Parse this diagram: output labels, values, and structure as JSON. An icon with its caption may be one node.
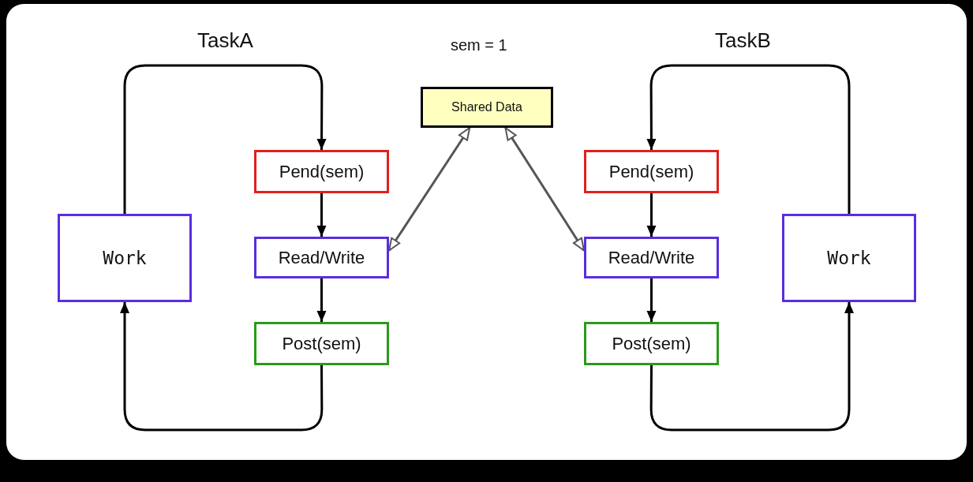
{
  "diagram": {
    "nodes": [
      {
        "text": [
          "Shared Data"
        ],
        "beside": [
          "sem = 1"
        ]
      },
      {
        "text": [
          "Pend(sem)"
        ]
      },
      {
        "text": [
          "Read/Write"
        ]
      },
      {
        "text": [
          "Post(sem)"
        ]
      },
      {
        "text": [
          "Work"
        ]
      },
      {
        "text": [
          "Pend(sem)"
        ]
      },
      {
        "text": [
          "Read/Write"
        ]
      },
      {
        "text": [
          "Post(sem)"
        ]
      },
      {
        "text": [
          "Work"
        ]
      }
    ],
    "edges": [
      {
        "from": 4,
        "to": 1,
        "arrow": "to"
      },
      {
        "from": 1,
        "to": 2,
        "arrow": "to"
      },
      {
        "from": 2,
        "to": 3,
        "arrow": "to"
      },
      {
        "from": 3,
        "to": 4,
        "arrow": "to"
      },
      {
        "from": 2,
        "to": 0,
        "arrow": "both",
        "color": "#555555"
      },
      {
        "from": 0,
        "to": 6,
        "arrow": "both",
        "color": "#555555"
      },
      {
        "from": 8,
        "to": 5,
        "arrow": "to"
      },
      {
        "from": 5,
        "to": 6,
        "arrow": "to"
      },
      {
        "from": 6,
        "to": 7,
        "arrow": "to"
      },
      {
        "from": 7,
        "to": 8,
        "arrow": "to"
      }
    ],
    "labels": [
      "TaskA",
      "TaskB"
    ]
  }
}
